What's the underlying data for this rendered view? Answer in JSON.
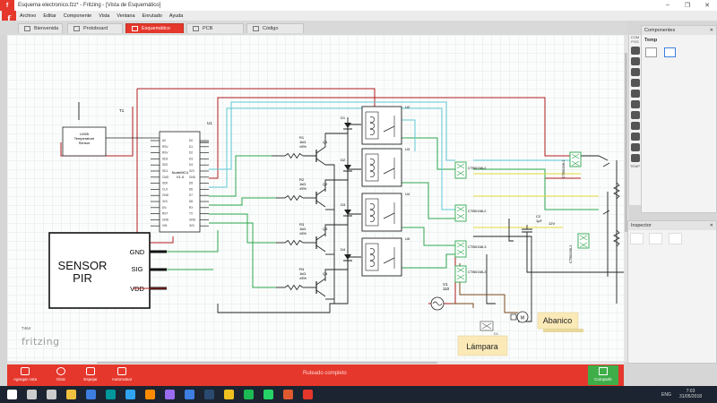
{
  "window": {
    "title": "Esquema electronico.fzz* - Fritzing - [Vista de Esquemático]",
    "app_icon": "fritzing-icon",
    "controls": [
      "–",
      "❐",
      "✕"
    ]
  },
  "menu": [
    "Archivo",
    "Editar",
    "Componente",
    "Vista",
    "Ventana",
    "Enrutado",
    "Ayuda"
  ],
  "brand_badge": "f",
  "tabs": [
    {
      "label": "Bienvenida",
      "active": false
    },
    {
      "label": "Protoboard",
      "active": false
    },
    {
      "label": "Esquemático",
      "active": true
    },
    {
      "label": "PCB",
      "active": false
    },
    {
      "label": "Código",
      "active": false
    }
  ],
  "canvas": {
    "logo": "fritzing",
    "sheet_label": "T464"
  },
  "schematic": {
    "sensor_name": [
      "SENSOR",
      "PIR"
    ],
    "sensor_pins": [
      "GND",
      "SIG",
      "VDD"
    ],
    "mcu_ref": "U1",
    "mcu_name": [
      "NodeMCU",
      "V1.0"
    ],
    "mcu_left_pins": [
      "A0",
      "RSV",
      "RSV",
      "SD3",
      "SD2",
      "SD1",
      "CMD",
      "SD0",
      "CLK",
      "GND",
      "3V3",
      "EN",
      "RST",
      "GND",
      "VIN"
    ],
    "mcu_right_pins": [
      "D0",
      "D1",
      "D2",
      "D3",
      "D4",
      "3V3",
      "GND",
      "D5",
      "D6",
      "D7",
      "D8",
      "RX",
      "TX",
      "GND",
      "3V3"
    ],
    "temp_sensor": [
      "LM35",
      "Temperature",
      "Sensor"
    ],
    "temp_ref": "T1",
    "resistors": [
      {
        "ref": "R1",
        "value": "1kΩ",
        "tol": "±5%"
      },
      {
        "ref": "R2",
        "value": "1kΩ",
        "tol": "±5%"
      },
      {
        "ref": "R3",
        "value": "1kΩ",
        "tol": "±5%"
      },
      {
        "ref": "R4",
        "value": "1kΩ",
        "tol": "±5%"
      }
    ],
    "transistors": [
      "Q1",
      "Q2",
      "Q3",
      "Q4"
    ],
    "diodes": [
      "D1",
      "D2",
      "D3",
      "D4"
    ],
    "relays": [
      "U2",
      "U3",
      "U4",
      "U5"
    ],
    "terminals": [
      "CTB0158-2",
      "CTB0158-2",
      "CTB0158-3",
      "CTB0158-2"
    ],
    "right_terminals": [
      "CTB0158-2",
      "CTB0158-2"
    ],
    "cap_ref": "C2",
    "cap_val": "1µF",
    "vac_label": "12V",
    "source_ref": "V1",
    "source_val": "110",
    "labels": {
      "fan": "Abanico",
      "lamp": "Lámpara"
    },
    "net_colors": {
      "red": "#b32020",
      "green": "#2fa84f",
      "yellow": "#e3d93c",
      "cyan": "#5fc9d6",
      "black": "#222222",
      "brown": "#7a4a1e"
    }
  },
  "parts_bin": {
    "header": "Componentes",
    "close": "✕",
    "strip_labels": [
      "COM",
      "POS"
    ],
    "bin_name": "Temp",
    "bottom_label": "TEMP"
  },
  "inspector": {
    "header": "Inspector",
    "close": "✕"
  },
  "bottom_toolbar": {
    "tools": [
      "Agregar nota",
      "Girar",
      "Espejar",
      "Autorrutear"
    ],
    "status": "Ruteado completo",
    "share": "Compartir"
  },
  "taskbar": {
    "lang": "ENG",
    "time": "7:03",
    "date": "31/05/2018",
    "icons": [
      "windows-start-icon",
      "search-icon",
      "task-view-icon",
      "file-explorer-icon",
      "store-icon",
      "arduino-icon",
      "photoshop-icon",
      "illustrator-icon",
      "premiere-icon",
      "edge-icon",
      "steam-icon",
      "chrome-icon",
      "spotify-icon",
      "whatsapp-icon",
      "media-icon",
      "fritzing-icon"
    ]
  }
}
